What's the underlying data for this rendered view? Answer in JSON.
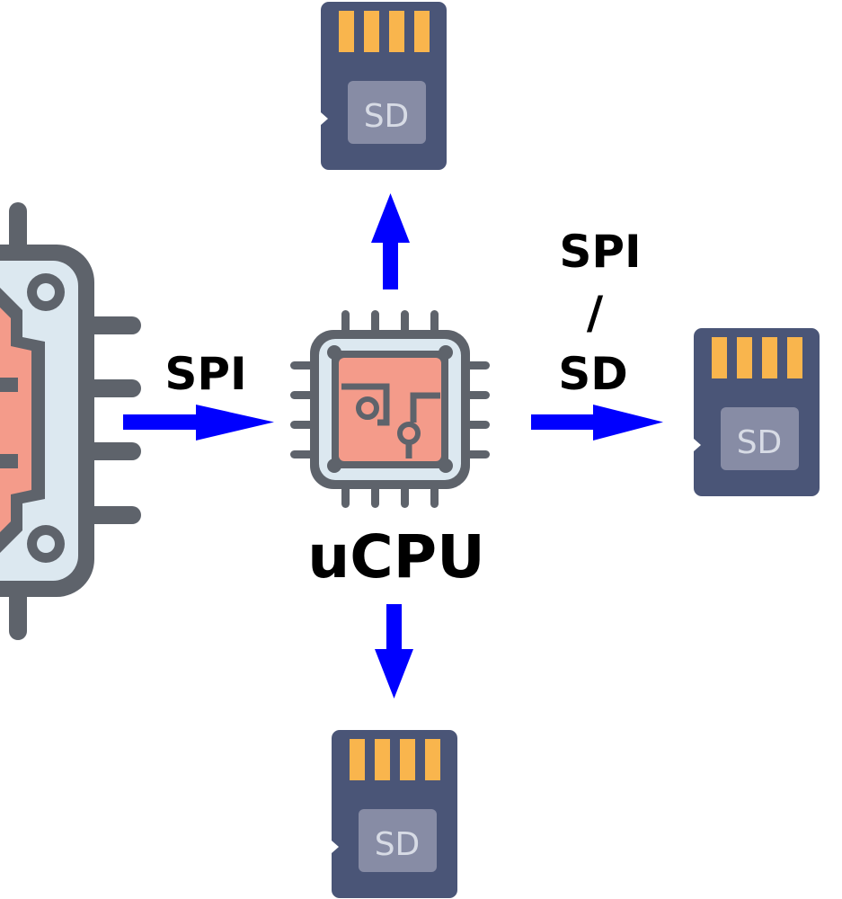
{
  "colors": {
    "arrow": "#0000ff",
    "chip_outline": "#5e636b",
    "chip_body": "#dce8f0",
    "chip_core": "#f49b8a",
    "sd_body": "#4a5577",
    "sd_label": "#878ca5",
    "sd_contacts": "#f9b54d",
    "text": "#000000"
  },
  "icons": {
    "host_chip": "chip-icon",
    "ucpu_chip": "chip-icon",
    "sd_card": "sd-card-icon"
  },
  "labels": {
    "host_link": "SPI",
    "ucpu": "uCPU",
    "right_link_line1": "SPI",
    "right_link_line2": "/",
    "right_link_line3": "SD"
  },
  "sd_cards": [
    {
      "label": "SD"
    },
    {
      "label": "SD"
    },
    {
      "label": "SD"
    }
  ]
}
